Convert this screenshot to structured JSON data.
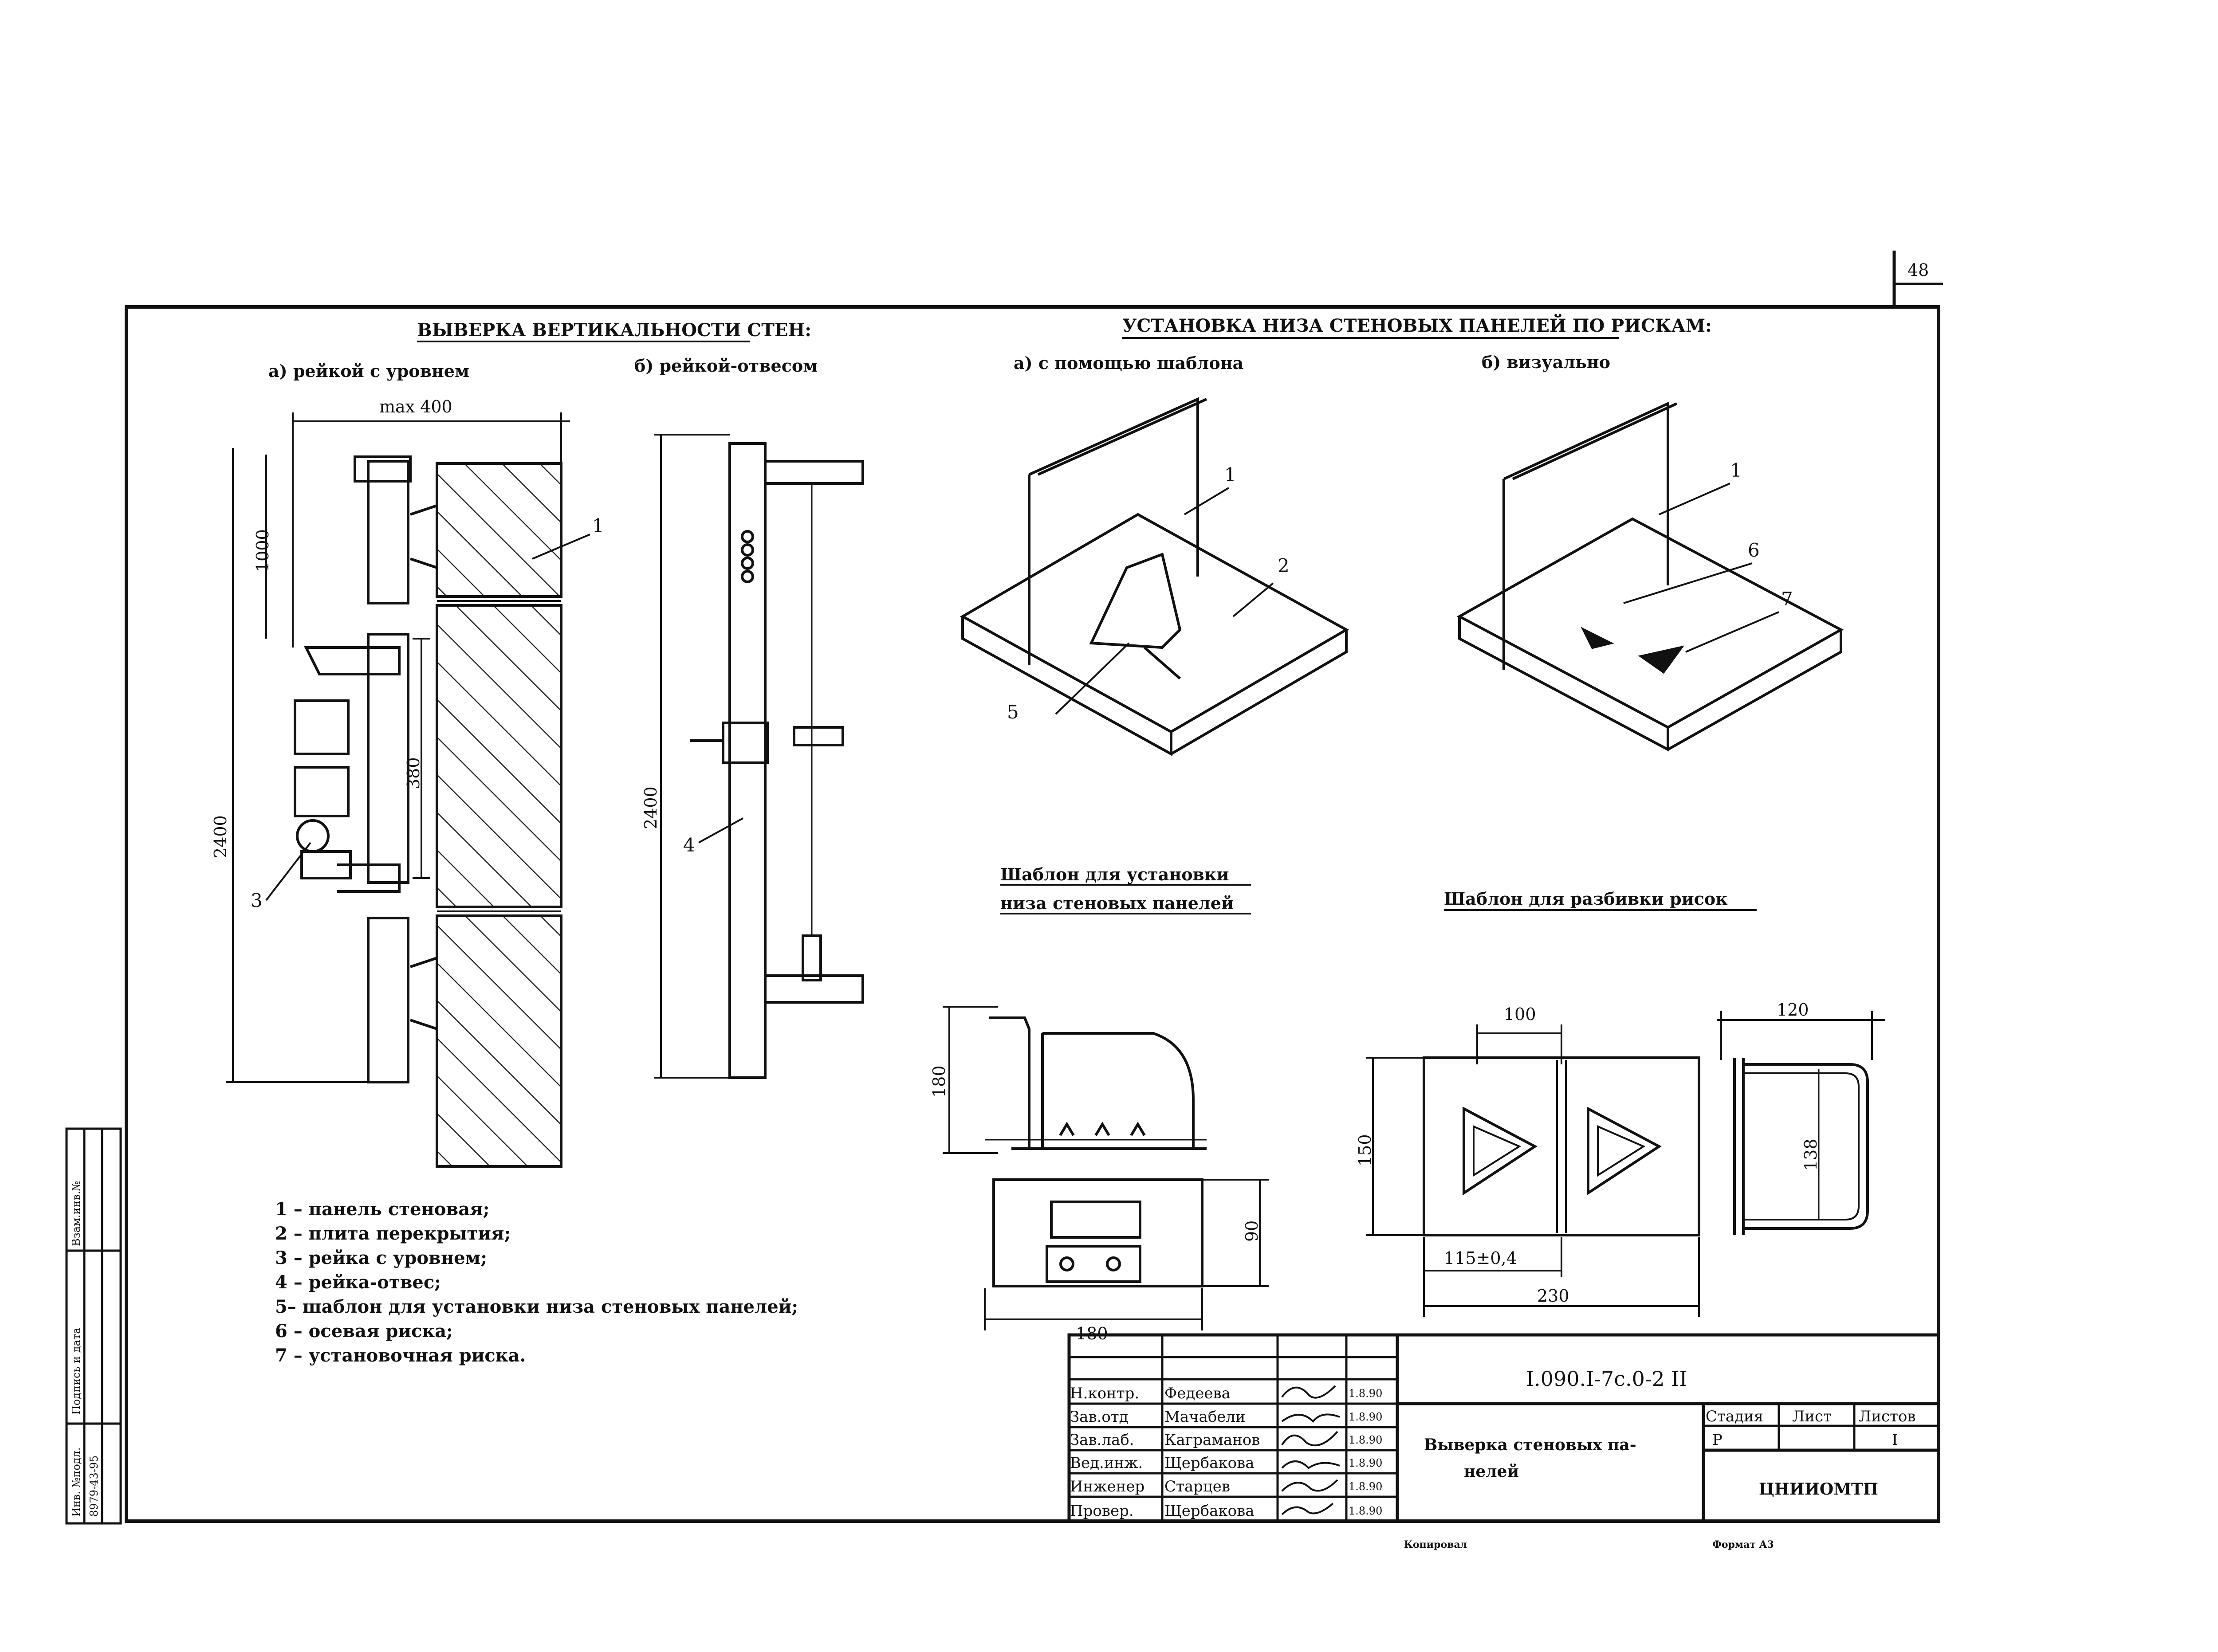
{
  "sheet": {
    "page_number": "48",
    "section_left_title": "ВЫВЕРКА ВЕРТИКАЛЬНОСТИ СТЕН:",
    "section_right_title": "УСТАНОВКА НИЗА СТЕНОВЫХ ПАНЕЛЕЙ ПО РИСКАМ:"
  },
  "views": {
    "a_left": "а) рейкой с уровнем",
    "b_left": "б) рейкой-отвесом",
    "a_right": "а) с помощью шаблона",
    "b_right": "б) визуально",
    "template_install_line1": "Шаблон для установки",
    "template_install_line2": "низа стеновых панелей",
    "template_marks": "Шаблон для разбивки рисок"
  },
  "dimensions": {
    "max400": "max 400",
    "d1000": "1000",
    "d2400_a": "2400",
    "d380": "380",
    "d2400_b": "2400",
    "d180_h": "180",
    "d90": "90",
    "d180_w": "180",
    "d100": "100",
    "d150": "150",
    "d115": "115±0,4",
    "d230": "230",
    "d120": "120",
    "d138": "138"
  },
  "callouts": {
    "c1_a": "1",
    "c3": "3",
    "c4": "4",
    "c1_b": "1",
    "c2": "2",
    "c5": "5",
    "c1_c": "1",
    "c6": "6",
    "c7": "7"
  },
  "legend": [
    "1 – панель стеновая;",
    "2 – плита перекрытия;",
    "3 – рейка с уровнем;",
    "4 – рейка-отвес;",
    "5– шаблон для установки низа стеновых панелей;",
    "6 – осевая риска;",
    "7 – установочная риска."
  ],
  "side_stamp": {
    "col1": "Взам.инв.№",
    "col2": "Подпись и дата",
    "col3": "Инв. №подл.",
    "value": "8979-43-95"
  },
  "title_block": {
    "code": "I.090.I-7c.0-2 II",
    "roles": [
      "Н.контр.",
      "Зав.отд",
      "Зав.лаб.",
      "Вед.инж.",
      "Инженер",
      "Провер."
    ],
    "names": [
      "Федеева",
      "Мачабели",
      "Каграманов",
      "Щербакова",
      "Старцев",
      "Щербакова"
    ],
    "dates": [
      "1.8.90",
      "1.8.90",
      "1.8.90",
      "1.8.90",
      "1.8.90",
      "1.8.90"
    ],
    "title": [
      "Выверка стеновых па-",
      "нелей"
    ],
    "stage_label": "Стадия",
    "sheet_label": "Лист",
    "sheets_label": "Листов",
    "stage": "Р",
    "sheets": "I",
    "org": "ЦНИИОМТП"
  },
  "footer": {
    "copied": "Копировал",
    "format": "Формат А3"
  }
}
